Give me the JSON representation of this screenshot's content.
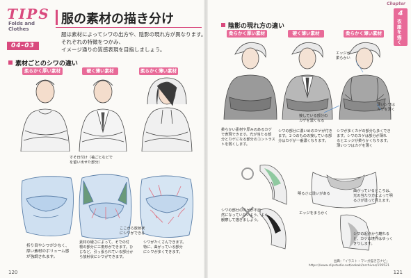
{
  "header": {
    "tips": "TIPS",
    "subtitle_lines": [
      "Folds and",
      "Clothes"
    ],
    "code": "04-03",
    "title": "服の素材の描き分け",
    "intro_lines": [
      "服は素材によってシワの出方や、陰影の現れ方が異なります。",
      "それぞれの特徴をつかみ、",
      "イメージ通りの質感表現を目指しましょう。"
    ]
  },
  "left": {
    "section_title": "素材ごとのシワの違い",
    "tags": [
      "柔らかく厚い素材",
      "硬く薄い素材",
      "柔らかく薄い素材"
    ],
    "notes": {
      "hem": [
        "すそ日付け（袖ごとなどで",
        "を留い出せた部分）"
      ],
      "thick": [
        "折り目やシワが少なく、",
        "厚い素材のボリューム感",
        "が強調されます。"
      ],
      "stiff": [
        "素材の硬さによって、そでの付",
        "根の部分に三角形ができます。ひ",
        "じなど、引っ張られている部分か",
        "ら放射状にシワができます。"
      ],
      "fold_point": [
        "ここから放射状",
        "にシワができる"
      ],
      "thin": [
        "シワがたくさんできます。",
        "特に、曲がっている部分",
        "にシワが多くできます。"
      ]
    },
    "page_number": "120"
  },
  "right": {
    "chapter_label": "Chapter",
    "chapter_num": "4",
    "chapter_text": "衣服を描く",
    "section_title": "陰影の現れ方の違い",
    "tags": [
      "柔らかく厚い素材",
      "硬く薄い素材",
      "柔らかく薄い素材"
    ],
    "notes": {
      "edge_soft": [
        "エッジが",
        "柔らかい"
      ],
      "thick_shadow": [
        "柔らかい素材や厚みのあるカゲ",
        "で表現できます。光が当たる部",
        "分とカゲになる部分のコントラス",
        "トを弱くします。"
      ],
      "hard_shadow": [
        "シワの部分に濃いめのカゲが付き",
        "ます。２つのものの接している部",
        "分はカゲが一番濃くなります。"
      ],
      "contact": [
        "接している部分の",
        "カゲを濃くなる"
      ],
      "thin_shadow": [
        "シワが多くカゲの部分も多くでき",
        "ます。シワのカゲは部分が薄れ",
        "るとエッジが柔らかくなります。",
        "薄いシワはカゲを薄く"
      ],
      "light_shadow": [
        "薄いシワは",
        "カゲを薄く"
      ],
      "fold_part": [
        "シワの部分のカゲが不自",
        "然になっていないよう、よく",
        "観察して描きましょう。"
      ],
      "bright": "明るさに違いがある",
      "curve": [
        "曲がっているところは、",
        "光の当たり方によって明",
        "るさが違って見えます。"
      ],
      "edge_clear": "エッジをまらかく",
      "fold_curve": [
        "シワの起点から離れる",
        "と、カゲの境界はゆっく",
        "きりします。"
      ]
    },
    "credit_lines": [
      "出典：「イラスト・マンガ描き方ナビ」",
      "https://www.clipstudio.net/oekaki/archives/159521"
    ],
    "page_number": "121"
  }
}
